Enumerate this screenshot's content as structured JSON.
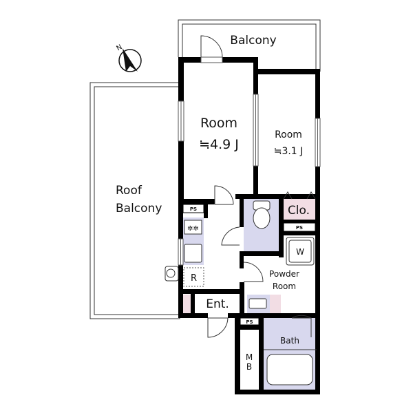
{
  "compass": {
    "north_label": "N",
    "icon": "north-arrow-icon"
  },
  "rooms": {
    "balcony": "Balcony",
    "roof_balcony_line1": "Roof",
    "roof_balcony_line2": "Balcony",
    "room_main": "Room",
    "room_main_size": "≒4.9 J",
    "room_second": "Room",
    "room_second_size": "≒3.1 J",
    "closet": "Clo.",
    "powder_room_line1": "Powder",
    "powder_room_line2": "Room",
    "washer": "W",
    "refrigerator": "R",
    "entrance": "Ent.",
    "bath": "Bath",
    "meter_box_line1": "M",
    "meter_box_line2": "B",
    "pipe_space": "PS"
  },
  "colors": {
    "wall": "#000000",
    "fixture_fill": "#d8d8ee",
    "accent_pink": "#f2dde4",
    "line": "#444444"
  }
}
